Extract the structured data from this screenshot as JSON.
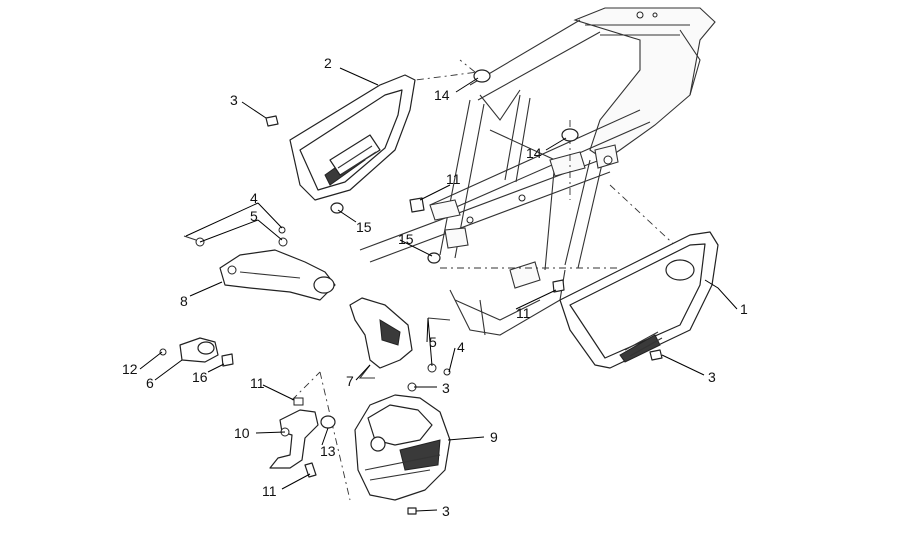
{
  "diagram": {
    "callouts": [
      {
        "id": "c1",
        "text": "1"
      },
      {
        "id": "c2",
        "text": "2"
      },
      {
        "id": "c3a",
        "text": "3"
      },
      {
        "id": "c3b",
        "text": "3"
      },
      {
        "id": "c3c",
        "text": "3"
      },
      {
        "id": "c3d",
        "text": "3"
      },
      {
        "id": "c4a",
        "text": "4"
      },
      {
        "id": "c4b",
        "text": "4"
      },
      {
        "id": "c5a",
        "text": "5"
      },
      {
        "id": "c5b",
        "text": "5"
      },
      {
        "id": "c6",
        "text": "6"
      },
      {
        "id": "c7",
        "text": "7"
      },
      {
        "id": "c8",
        "text": "8"
      },
      {
        "id": "c9",
        "text": "9"
      },
      {
        "id": "c10",
        "text": "10"
      },
      {
        "id": "c11a",
        "text": "11"
      },
      {
        "id": "c11b",
        "text": "11"
      },
      {
        "id": "c11c",
        "text": "11"
      },
      {
        "id": "c11d",
        "text": "11"
      },
      {
        "id": "c12",
        "text": "12"
      },
      {
        "id": "c13",
        "text": "13"
      },
      {
        "id": "c14a",
        "text": "14"
      },
      {
        "id": "c14b",
        "text": "14"
      },
      {
        "id": "c15a",
        "text": "15"
      },
      {
        "id": "c15b",
        "text": "15"
      },
      {
        "id": "c16",
        "text": "16"
      }
    ]
  }
}
